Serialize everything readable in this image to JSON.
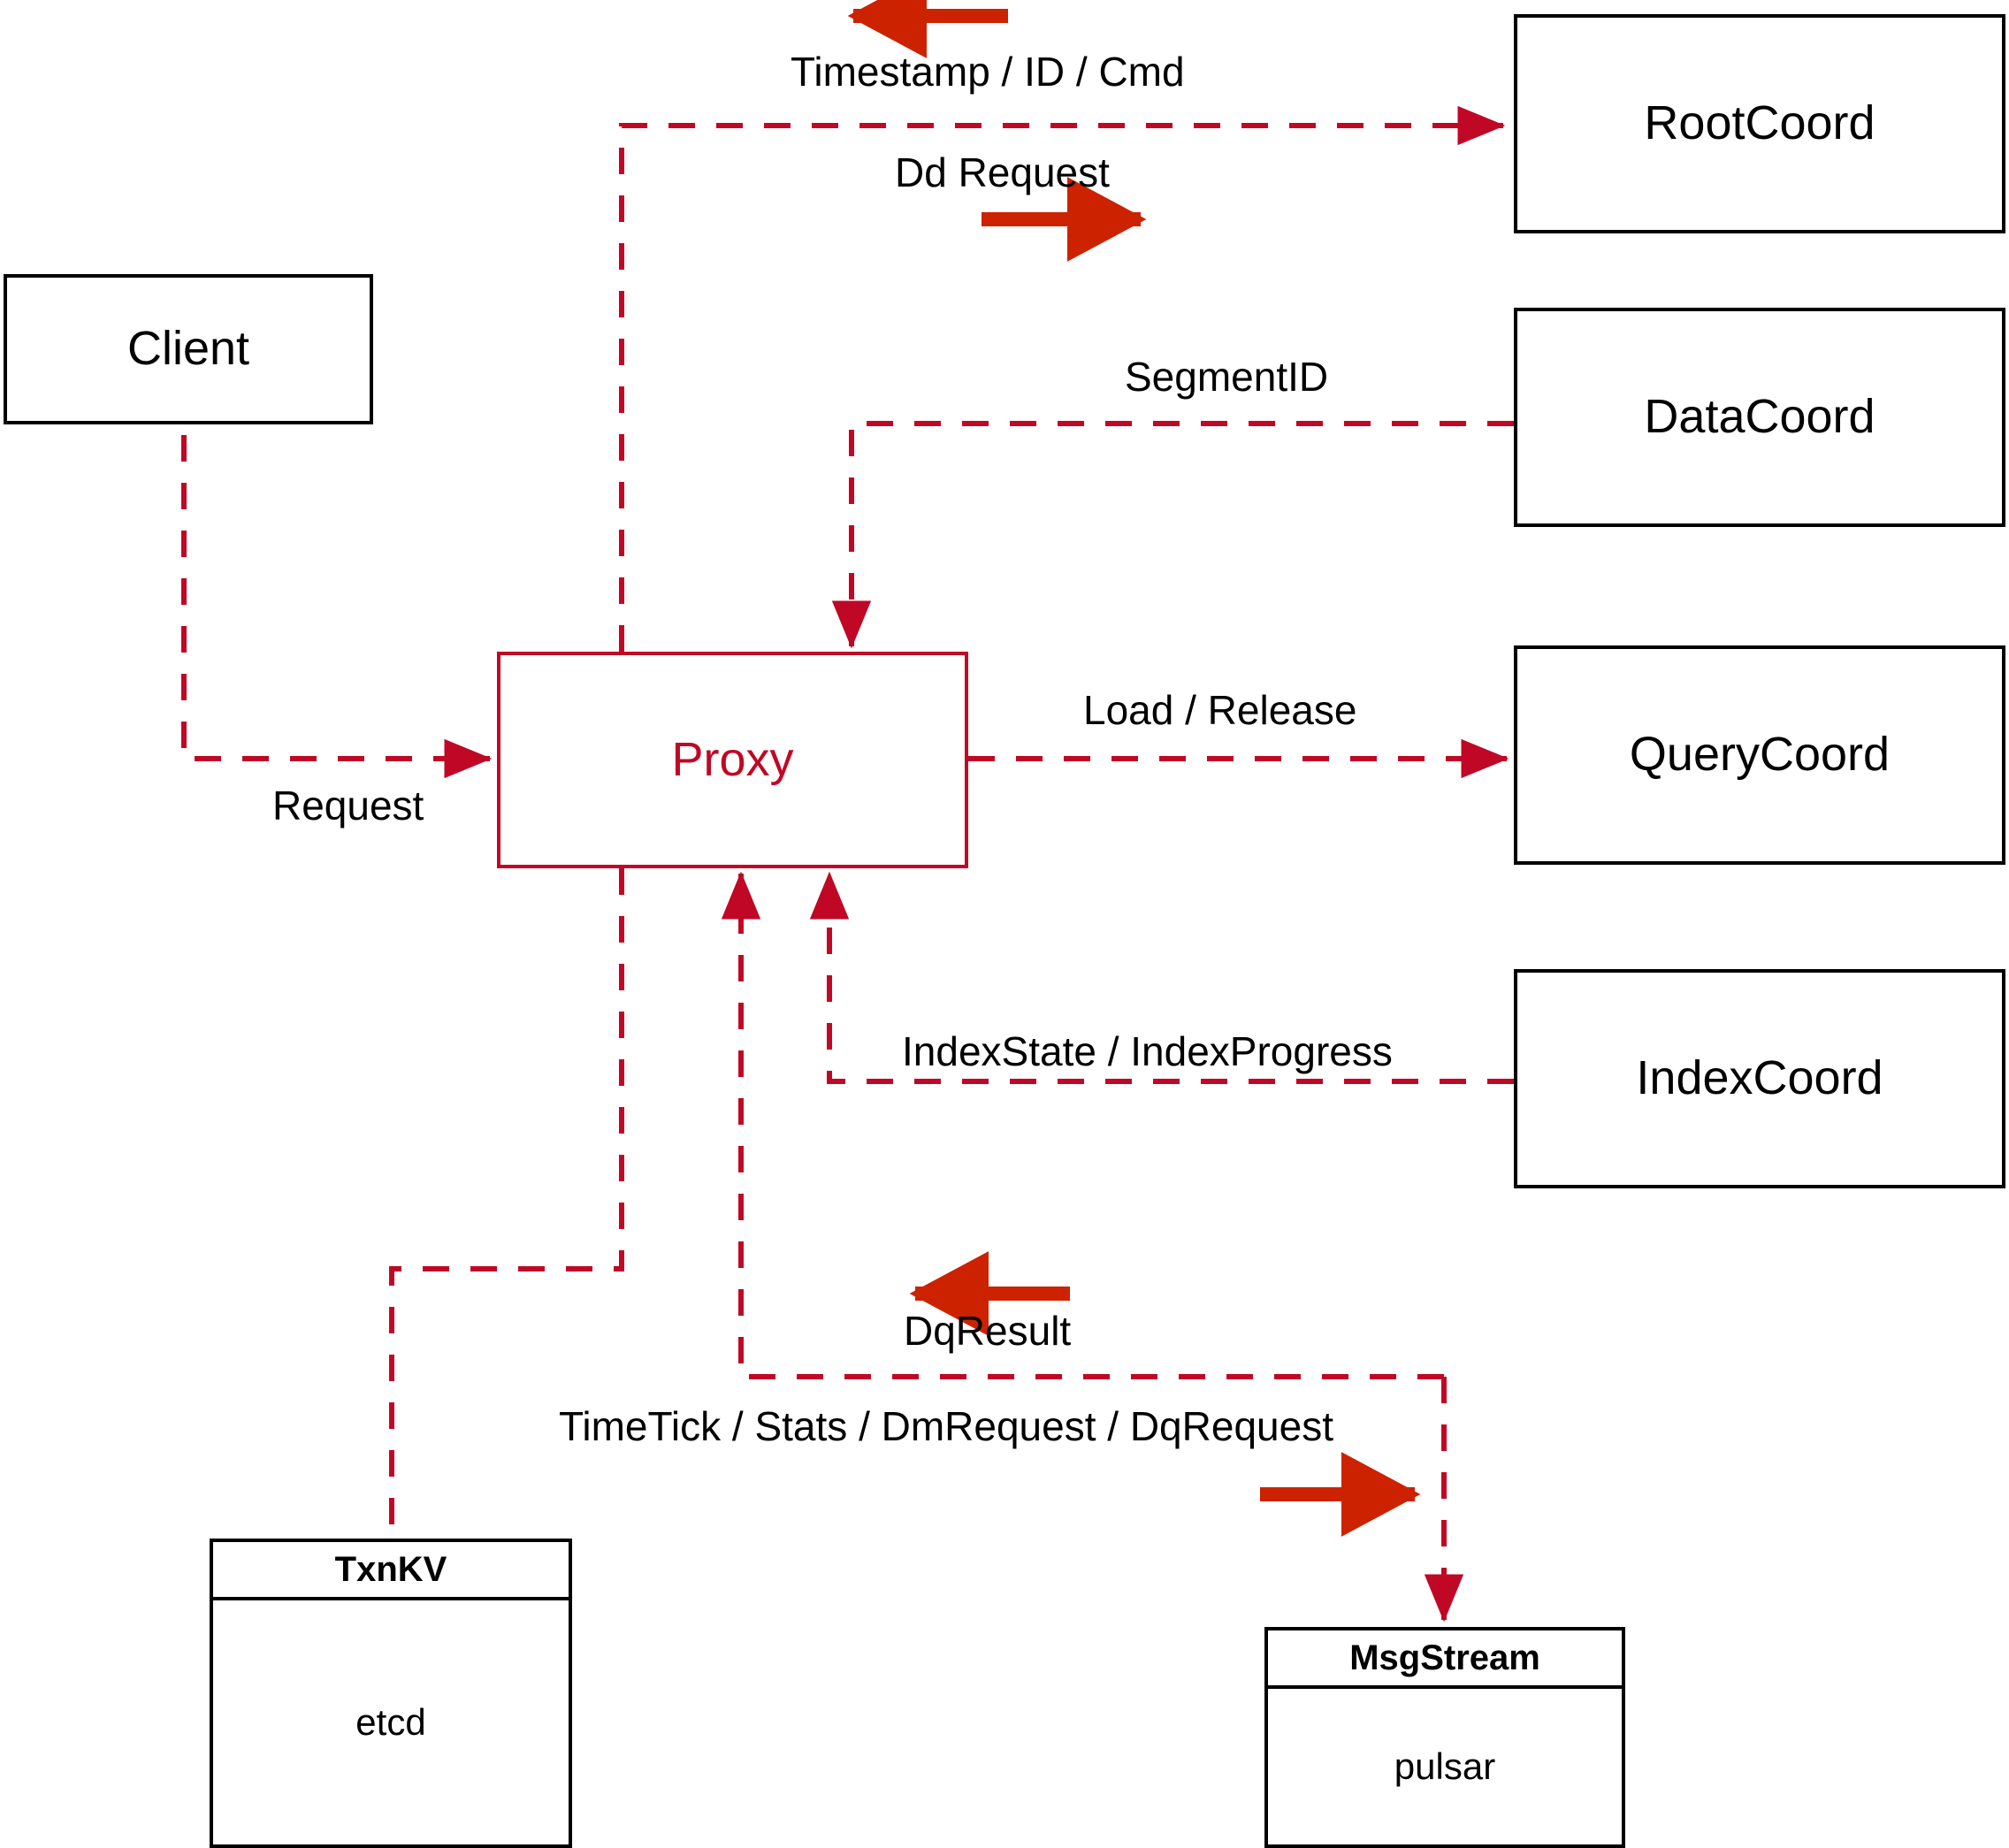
{
  "diagram": {
    "title": "Milvus Proxy interaction diagram",
    "colors": {
      "accent_red": "#c00726",
      "arrow_red": "#cc2200",
      "node_stroke": "#000000",
      "background": "#ffffff"
    }
  },
  "nodes": {
    "client": {
      "label": "Client"
    },
    "proxy": {
      "label": "Proxy"
    },
    "root_coord": {
      "label": "RootCoord"
    },
    "data_coord": {
      "label": "DataCoord"
    },
    "query_coord": {
      "label": "QueryCoord"
    },
    "index_coord": {
      "label": "IndexCoord"
    }
  },
  "stores": {
    "txnkv": {
      "title": "TxnKV",
      "body": "etcd"
    },
    "msgstream": {
      "title": "MsgStream",
      "body": "pulsar"
    }
  },
  "edges": {
    "timestamp_id_cmd": {
      "label": "Timestamp / ID / Cmd",
      "direction": "left"
    },
    "dd_request": {
      "label": "Dd Request",
      "direction": "right"
    },
    "segment_id": {
      "label": "SegmentID",
      "direction": "left"
    },
    "request": {
      "label": "Request",
      "direction": "right"
    },
    "load_release": {
      "label": "Load / Release",
      "direction": "right"
    },
    "index_state_progress": {
      "label": "IndexState / IndexProgress",
      "direction": "left"
    },
    "dq_result": {
      "label": "DqResult",
      "direction": "left"
    },
    "timetick_stats": {
      "label": "TimeTick / Stats / DmRequest / DqRequest",
      "direction": "right"
    }
  }
}
